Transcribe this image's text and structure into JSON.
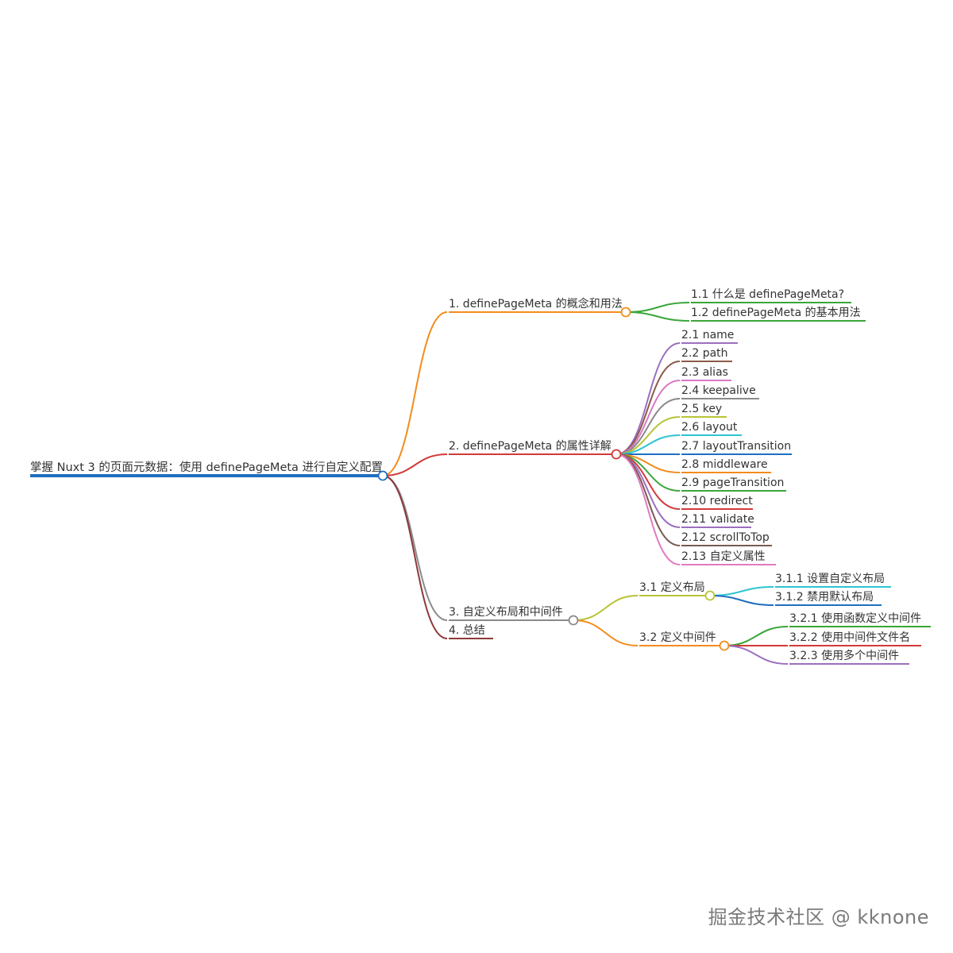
{
  "root": {
    "label": "掌握 Nuxt 3 的页面元数据：使用 definePageMeta 进行自定义配置",
    "color": "#1f6fbf"
  },
  "branches": [
    {
      "label": "1. definePageMeta 的概念和用法",
      "color": "#f28c1c",
      "children": [
        {
          "label": "1.1 什么是 definePageMeta?",
          "color": "#3aa63a"
        },
        {
          "label": "1.2 definePageMeta 的基本用法",
          "color": "#3aa63a"
        }
      ]
    },
    {
      "label": "2. definePageMeta 的属性详解",
      "color": "#d33a3a",
      "children": [
        {
          "label": "2.1 name",
          "color": "#9b6fbf"
        },
        {
          "label": "2.2 path",
          "color": "#8c5a4a"
        },
        {
          "label": "2.3 alias",
          "color": "#d977c4"
        },
        {
          "label": "2.4 keepalive",
          "color": "#8a8a8a"
        },
        {
          "label": "2.5 key",
          "color": "#b8c436"
        },
        {
          "label": "2.6 layout",
          "color": "#2ec4d0"
        },
        {
          "label": "2.7 layoutTransition",
          "color": "#1f6fbf"
        },
        {
          "label": "2.8 middleware",
          "color": "#f28c1c"
        },
        {
          "label": "2.9 pageTransition",
          "color": "#3aa63a"
        },
        {
          "label": "2.10 redirect",
          "color": "#d33a3a"
        },
        {
          "label": "2.11 validate",
          "color": "#9b6fbf"
        },
        {
          "label": "2.12 scrollToTop",
          "color": "#7a5a50"
        },
        {
          "label": "2.13 自定义属性",
          "color": "#e07ac0"
        }
      ]
    },
    {
      "label": "3. 自定义布局和中间件",
      "color": "#8a8a8a",
      "children": [
        {
          "label": "3.1 定义布局",
          "color": "#b8c436",
          "children": [
            {
              "label": "3.1.1 设置自定义布局",
              "color": "#2ec4d0"
            },
            {
              "label": "3.1.2 禁用默认布局",
              "color": "#1f6fbf"
            }
          ]
        },
        {
          "label": "3.2 定义中间件",
          "color": "#f28c1c",
          "children": [
            {
              "label": "3.2.1 使用函数定义中间件",
              "color": "#3aa63a"
            },
            {
              "label": "3.2.2 使用中间件文件名",
              "color": "#d33a3a"
            },
            {
              "label": "3.2.3 使用多个中间件",
              "color": "#9b6fbf"
            }
          ]
        }
      ]
    },
    {
      "label": "4. 总结",
      "color": "#8c3a3a",
      "children": []
    }
  ],
  "watermark": "掘金技术社区 @ kknone"
}
